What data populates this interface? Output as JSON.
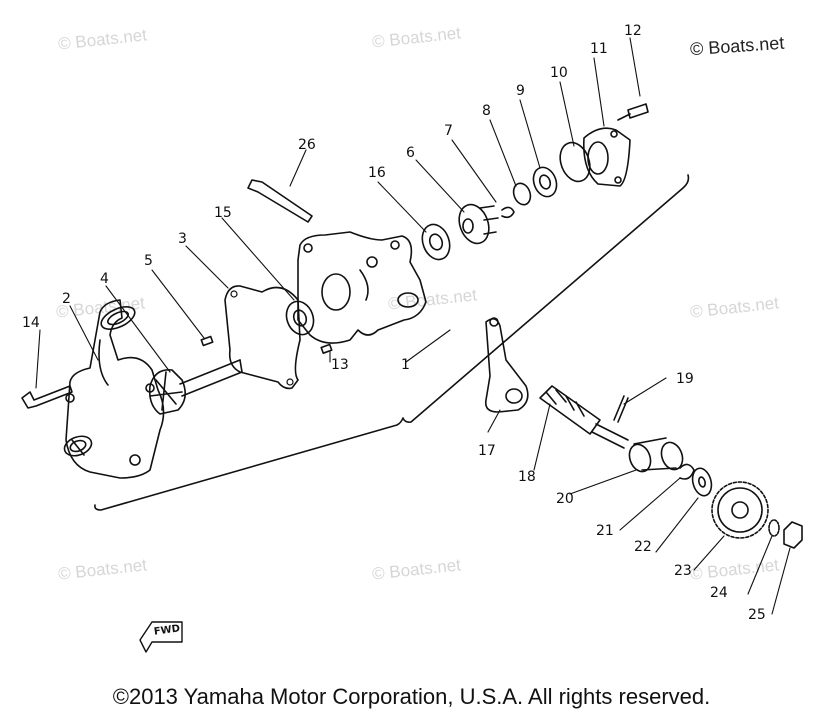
{
  "watermarks": [
    "© Boats.net",
    "© Boats.net",
    "© Boats.net",
    "© Boats.net",
    "© Boats.net",
    "© Boats.net",
    "© Boats.net",
    "© Boats.net"
  ],
  "watermark_primary": "© Boats.net",
  "fwd_label": "FWD",
  "copyright": "©2013 Yamaha Motor Corporation, U.S.A. All rights reserved.",
  "callouts": [
    "1",
    "2",
    "3",
    "4",
    "5",
    "6",
    "7",
    "8",
    "9",
    "10",
    "11",
    "12",
    "13",
    "14",
    "15",
    "16",
    "17",
    "18",
    "19",
    "20",
    "21",
    "22",
    "23",
    "24",
    "25",
    "26"
  ],
  "colors": {
    "line": "#111111",
    "watermark": "#d6d6d6",
    "background": "#ffffff"
  }
}
